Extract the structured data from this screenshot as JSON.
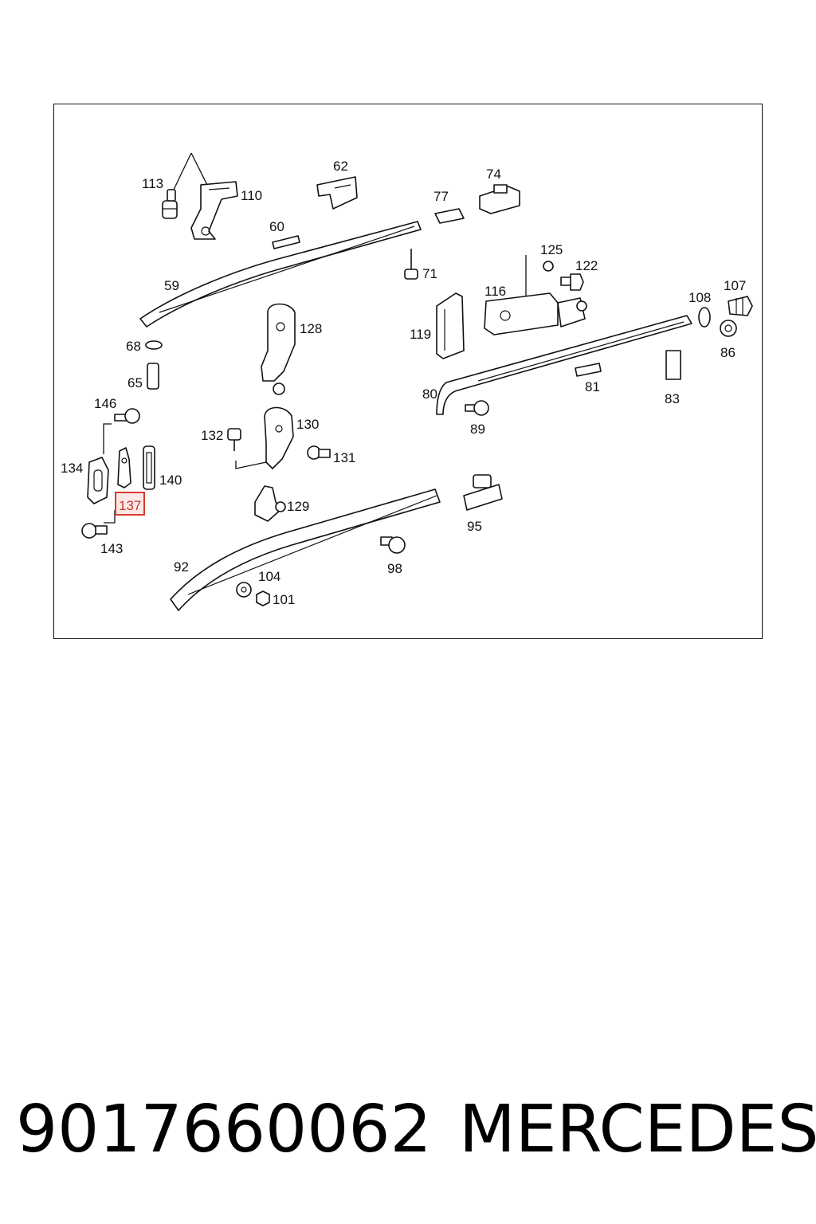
{
  "diagram": {
    "highlighted_label": "137",
    "labels": {
      "l113": "113",
      "l110": "110",
      "l62": "62",
      "l74": "74",
      "l77": "77",
      "l60": "60",
      "l59": "59",
      "l71": "71",
      "l125": "125",
      "l122": "122",
      "l116": "116",
      "l108": "108",
      "l107": "107",
      "l86": "86",
      "l119": "119",
      "l128": "128",
      "l68": "68",
      "l65": "65",
      "l146": "146",
      "l134": "134",
      "l140": "140",
      "l137": "137",
      "l143": "143",
      "l132": "132",
      "l130": "130",
      "l131": "131",
      "l129": "129",
      "l80": "80",
      "l81": "81",
      "l83": "83",
      "l89": "89",
      "l95": "95",
      "l92": "92",
      "l104": "104",
      "l101": "101",
      "l98": "98"
    }
  },
  "footer": {
    "part_number": "9017660062",
    "brand": "MERCEDES"
  }
}
